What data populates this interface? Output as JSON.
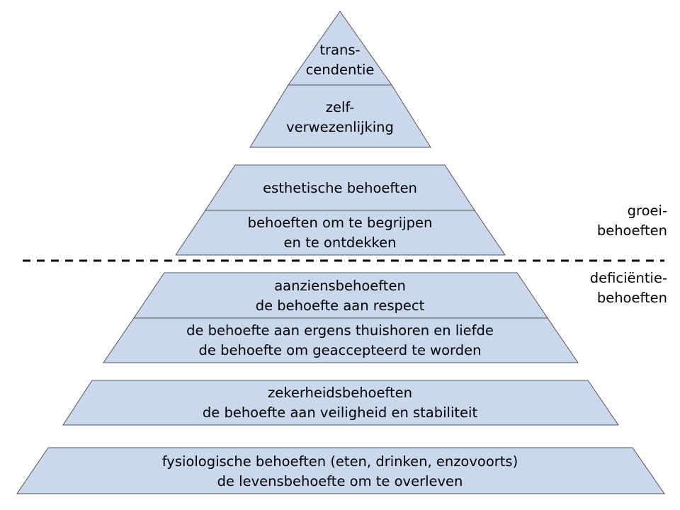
{
  "colors": {
    "fill": "#c9d8ed",
    "stroke": "#555555",
    "text": "#000000",
    "divider": "#000000"
  },
  "top_block": {
    "tier_1": [
      "trans-",
      "cendentie"
    ],
    "tier_2": [
      "zelf-",
      "verwezenlijking"
    ]
  },
  "growth_block": {
    "tier_3": [
      "esthetische behoeften"
    ],
    "tier_4": [
      "behoeften om te begrijpen",
      "en te ontdekken"
    ]
  },
  "deficiency_block": {
    "tier_5": [
      "aanziensbehoeften",
      "de behoefte aan respect"
    ],
    "tier_6": [
      "de behoefte aan ergens thuishoren en liefde",
      "de behoefte om geaccepteerd te worden"
    ]
  },
  "safety_block": {
    "tier_7": [
      "zekerheidsbehoeften",
      "de behoefte aan veiligheid en stabiliteit"
    ]
  },
  "base_block": {
    "tier_8": [
      "fysiologische behoeften (eten, drinken, enzovoorts)",
      "de levensbehoefte om te overleven"
    ]
  },
  "side_labels": {
    "growth": [
      "groei-",
      "behoeften"
    ],
    "deficiency": [
      "deficiëntie-",
      "behoeften"
    ]
  }
}
